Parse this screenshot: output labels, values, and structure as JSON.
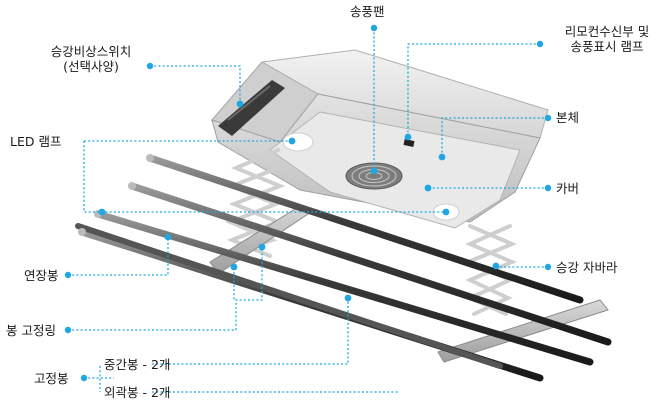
{
  "accent_color": "#1ea7e1",
  "labels": {
    "fan": "송풍팬",
    "remote": {
      "line1": "리모컨수신부 및",
      "line2": "송풍표시 램프"
    },
    "body": "본체",
    "cover": "카버",
    "switch": {
      "line1": "승강비상스위치",
      "line2": "(선택사양)"
    },
    "led": "LED 램프",
    "lift": "승강 자바라",
    "extension": "연장봉",
    "ring": "봉 고정링",
    "fixed": "고정봉",
    "middle": "중간봉 - 2개",
    "outer": "외곽봉 - 2개"
  }
}
